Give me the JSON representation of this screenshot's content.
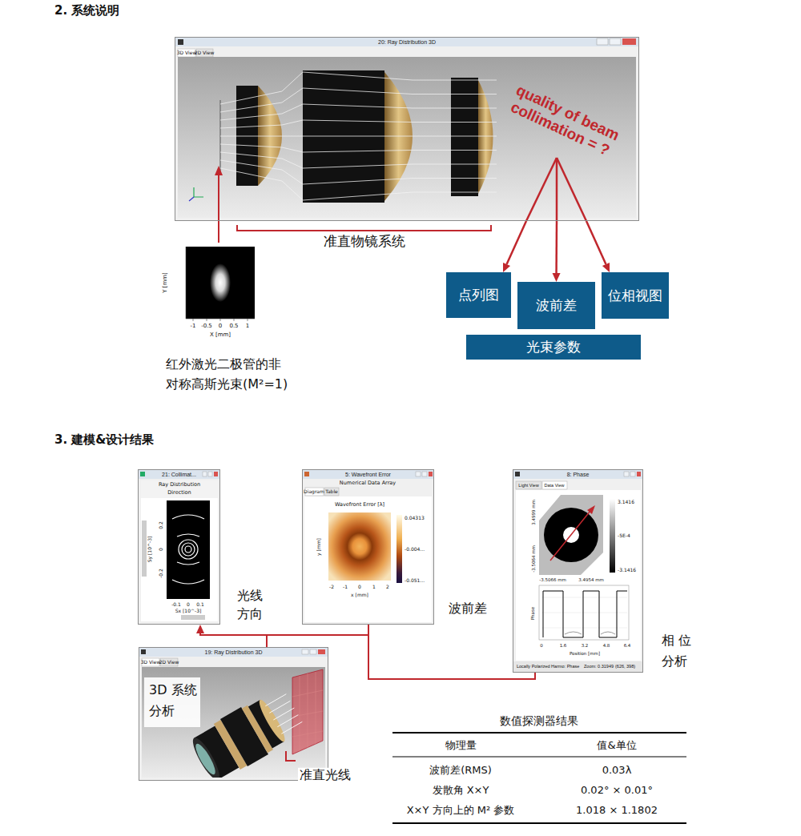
{
  "diagram": {
    "nodes": [
      {
        "text": [
          "20: Ray Distribution 3D",
          "quality of beam collimation = ?"
        ]
      },
      {
        "text": [
          "点列图"
        ]
      },
      {
        "text": [
          "波前差"
        ]
      },
      {
        "text": [
          "位相视图"
        ]
      },
      {
        "text": [
          "光束参数"
        ]
      },
      {
        "text": [
          "21: Collimat..."
        ]
      },
      {
        "text": [
          "5: Wavefront Error"
        ]
      },
      {
        "text": [
          "8: Phase"
        ]
      },
      {
        "text": [
          "19: Ray Distribution 3D"
        ]
      }
    ],
    "edges": [
      {
        "from": 0,
        "to": 1,
        "arrow": "to"
      },
      {
        "from": 0,
        "to": 2,
        "arrow": "to"
      },
      {
        "from": 0,
        "to": 3,
        "arrow": "to"
      },
      {
        "from": 8,
        "to": 5,
        "arrow": "to"
      },
      {
        "from": 8,
        "to": 6,
        "arrow": "none"
      },
      {
        "from": 8,
        "to": 7,
        "arrow": "none"
      }
    ],
    "labels": [
      "2. 系统说明",
      "3D View",
      "2D View",
      "准直物镜系统",
      "Y [mm]",
      "-1",
      "-0.5",
      "0",
      "0.5",
      "1",
      "X [mm]",
      "红外激光二极管的非对称高斯光束(M²=1)",
      "3. 建模&设计结果",
      "Ray Distribution",
      "Direction",
      "Sy [10^-3]",
      "0.2",
      "0",
      "-0.2",
      "-0.1",
      "0",
      "0.1",
      "Sx [10^-3]",
      "Numerical Data Array",
      "Diagram",
      "Table",
      "Wavefront Error [λ]",
      "0.04313",
      "-0.004...",
      "-0.051...",
      "y [mm]",
      "-2",
      "-1",
      "0",
      "1",
      "2",
      "x [mm]",
      "Light View",
      "Data View",
      "3.4999 mm",
      "-3.5064 mm",
      "-3.5066 mm",
      "3.4954 mm",
      "3.1416",
      "-5E-4",
      "-3.1416",
      "Phase",
      "0",
      "1.6",
      "3.2",
      "4.8",
      "6.4",
      "Position [mm]",
      "Locally Polarized Harmo: Phase",
      "Zoom: 0.31949",
      "(626, 398)",
      "3D View",
      "2D View",
      "光线 方向",
      "波前差",
      "相 位 分析",
      "3D 系统分析",
      "准直光线",
      "数值探测器结果",
      "物理量",
      "值&单位",
      "波前差(RMS)",
      "0.03λ",
      "发散角 X×Y",
      "0.02° × 0.01°",
      "X×Y 方向上的 M² 参数",
      "1.018 × 1.1802"
    ]
  }
}
